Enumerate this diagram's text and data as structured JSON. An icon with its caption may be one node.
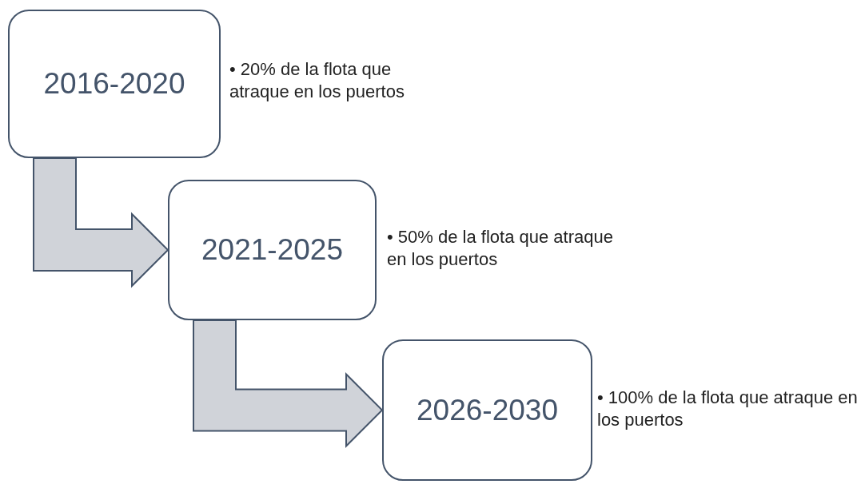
{
  "diagram": {
    "nodes": [
      {
        "text": [
          "2016-2020"
        ],
        "beside": [
          "• 20% de la flota que atraque en los puertos"
        ]
      },
      {
        "text": [
          "2021-2025"
        ],
        "beside": [
          "• 50% de la flota que atraque en los puertos"
        ]
      },
      {
        "text": [
          "2026-2030"
        ],
        "beside": [
          "• 100% de la flota que atraque en los puertos"
        ]
      }
    ],
    "edges": [
      {
        "from": 0,
        "to": 1,
        "arrow": "to"
      },
      {
        "from": 1,
        "to": 2,
        "arrow": "to"
      }
    ]
  }
}
